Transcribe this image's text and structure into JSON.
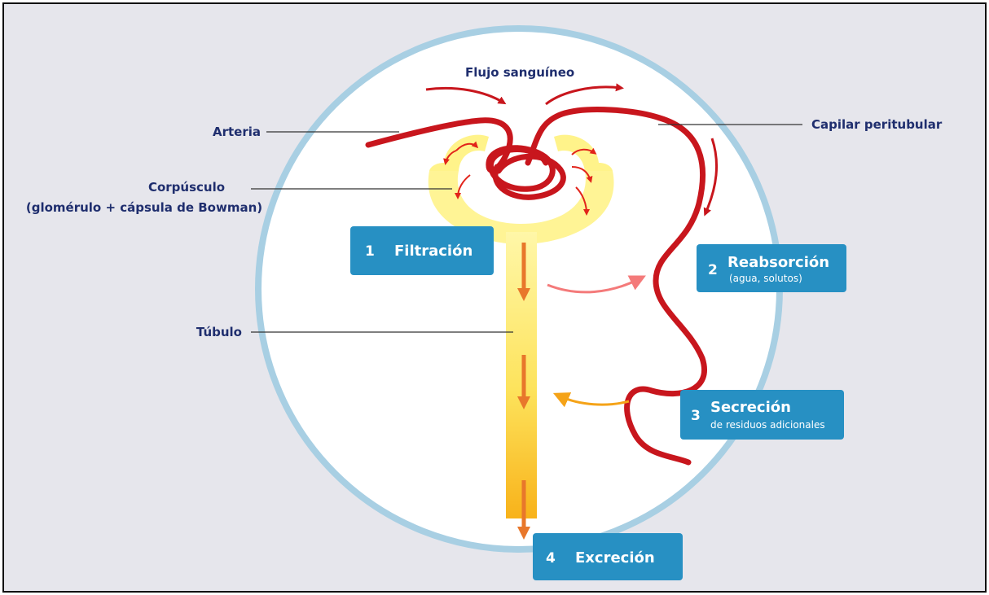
{
  "title": "Flujo sanguíneo",
  "labels": {
    "arteria": "Arteria",
    "capilar": "Capilar peritubular",
    "corpusculo_1": "Corpúsculo",
    "corpusculo_2": "(glomérulo + cápsula de Bowman)",
    "tubulo": "Túbulo"
  },
  "steps": [
    {
      "num": "1",
      "title": "Filtración",
      "subtitle": ""
    },
    {
      "num": "2",
      "title": "Reabsorción",
      "subtitle": "(agua, solutos)"
    },
    {
      "num": "3",
      "title": "Secreción",
      "subtitle": "de residuos adicionales"
    },
    {
      "num": "4",
      "title": "Excreción",
      "subtitle": ""
    }
  ],
  "colors": {
    "background": "#e6e6ec",
    "circle_fill": "#ffffff",
    "circle_stroke": "#a8cfe3",
    "vessel": "#c8161d",
    "tubule_top": "#fff38a",
    "tubule_bottom": "#fbb81b",
    "step_box": "#2790c3",
    "label_text": "#1f2e6e",
    "flow_arrow": "#e8772b",
    "reabsorption_arrow": "#f47a7a",
    "secretion_arrow": "#f5a318"
  }
}
